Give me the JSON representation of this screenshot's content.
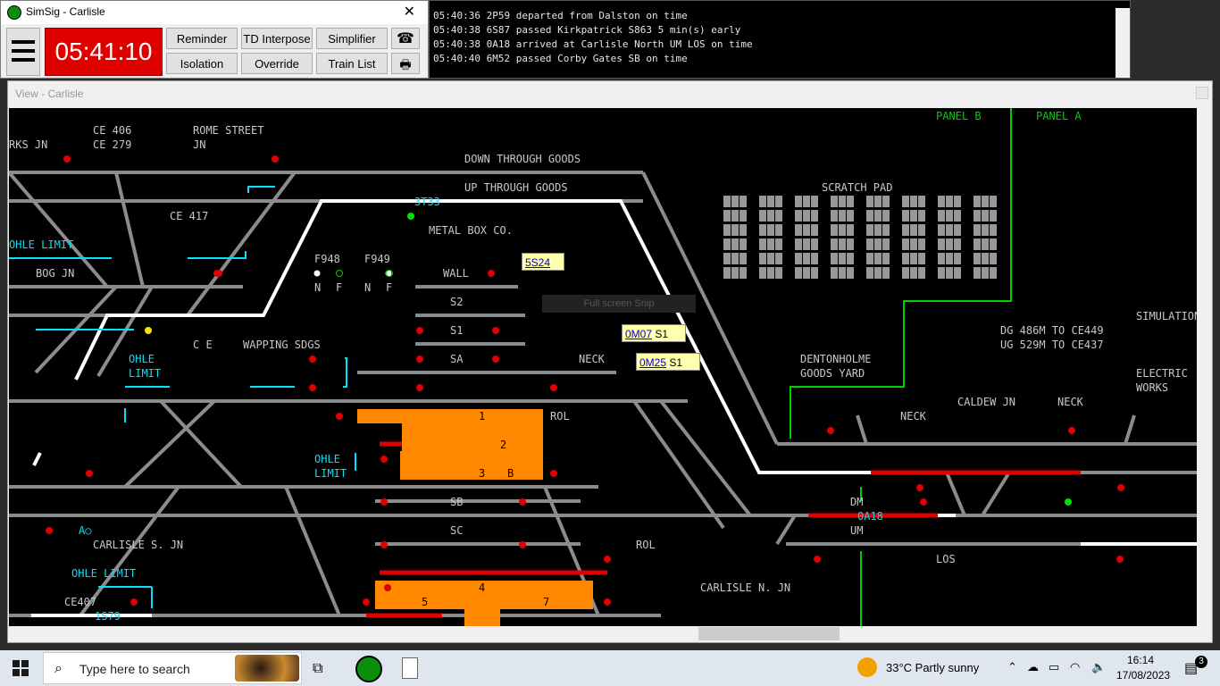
{
  "control": {
    "title": "SimSig - Carlisle",
    "close": "✕",
    "clock": "05:41:10",
    "buttons": {
      "reminder": "Reminder",
      "td_interpose": "TD Interpose",
      "simplifier": "Simplifier",
      "isolation": "Isolation",
      "override": "Override",
      "train_list": "Train List"
    },
    "phone_icon": "☎",
    "printer_icon": "🖶"
  },
  "log": [
    "05:40:36 2P59 departed from Dalston on time",
    "05:40:38 6S87 passed Kirkpatrick S863 5 min(s) early",
    "05:40:38 0A18 arrived at Carlisle North UM LOS on time",
    "05:40:40 6M52 passed Corby Gates SB on time"
  ],
  "view": {
    "title": "View - Carlisle",
    "labels": {
      "rks_jn": "RKS JN",
      "ce406": "CE 406",
      "ce279": "CE 279",
      "rome_street": "ROME STREET",
      "rome_jn": "JN",
      "down_through": "DOWN THROUGH GOODS",
      "up_through": "UP THROUGH GOODS",
      "scratch_pad": "SCRATCH PAD",
      "ce417": "CE 417",
      "metal_box": "METAL BOX CO.",
      "ohle1": "OHLE LIMIT",
      "bog_jn": "BOG JN",
      "f948": "F948",
      "f949": "F949",
      "n1": "N",
      "f1": "F",
      "n2": "N",
      "f2": "F",
      "wall": "WALL",
      "s2": "S2",
      "s1": "S1",
      "sa": "SA",
      "neck1": "NECK",
      "ce": "C E",
      "wapping": "WAPPING SDGS",
      "ohle2a": "OHLE",
      "ohle2b": "LIMIT",
      "panel_b": "PANEL B",
      "panel_a": "PANEL A",
      "simulation": "SIMULATION",
      "dg": "DG 486M TO CE449",
      "ug": "UG 529M TO CE437",
      "dentonholme1": "DENTONHOLME",
      "dentonholme2": "GOODS YARD",
      "electric1": "ELECTRIC",
      "electric2": "WORKS",
      "caldew": "CALDEW JN",
      "neck2": "NECK",
      "neck3": "NECK",
      "rol1": "ROL",
      "rol2": "ROL",
      "p1": "1",
      "p2": "2",
      "p3": "3",
      "pb": "B",
      "ohle3a": "OHLE",
      "ohle3b": "LIMIT",
      "sb": "SB",
      "sc": "SC",
      "dm": "DM",
      "um": "UM",
      "los": "LOS",
      "ao": "A○",
      "carlisle_s": "CARLISLE S. JN",
      "ohle4": "OHLE LIMIT",
      "ce407": "CE407",
      "p4": "4",
      "p5": "5",
      "p7": "7",
      "carlisle_n": "CARLISLE N. JN",
      "berth_0a18": "0A18",
      "berth_3t33": "3T33",
      "berth_1s79": "1S79",
      "full_screen": "Full screen Snip"
    },
    "tds": [
      {
        "head": "5S24",
        "tail": ""
      },
      {
        "head": "0M07",
        "tail": " S1"
      },
      {
        "head": "0M25",
        "tail": " S1"
      }
    ]
  },
  "taskbar": {
    "search_placeholder": "Type here to search",
    "weather": "33°C  Partly sunny",
    "time": "16:14",
    "date": "17/08/2023",
    "notif": "3"
  },
  "colors": {
    "track": "#8c8c8c",
    "route": "#ffffff",
    "occupied": "#e00000",
    "platform": "#ff8800",
    "cyan": "#00e0ff",
    "green": "#00d000"
  }
}
